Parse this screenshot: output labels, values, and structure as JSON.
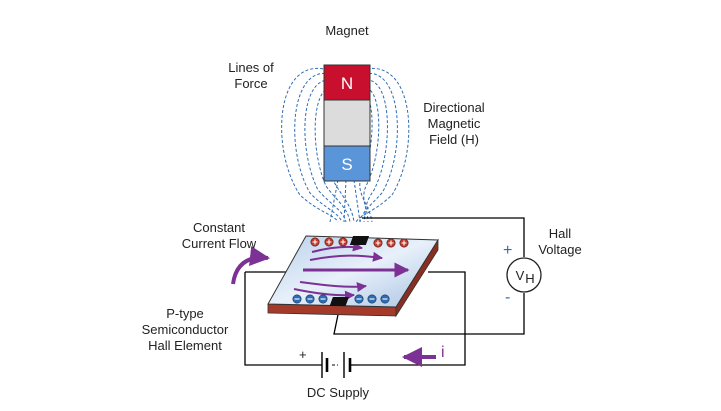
{
  "labels": {
    "magnet": "Magnet",
    "lines_of_force": [
      "Lines of",
      "Force"
    ],
    "directional_field": [
      "Directional",
      "Magnetic",
      "Field (H)"
    ],
    "constant_current": [
      "Constant",
      "Current Flow"
    ],
    "hall_voltage": [
      "Hall",
      "Voltage"
    ],
    "p_type": [
      "P-type",
      "Semiconductor",
      "Hall Element"
    ],
    "dc_supply": "DC Supply"
  },
  "magnet": {
    "north": "N",
    "south": "S"
  },
  "voltmeter": {
    "symbol": "V",
    "subscript": "H"
  },
  "hall_terminals": {
    "plus": "+",
    "minus": "-"
  },
  "battery_sign": "+",
  "current_symbol": "i",
  "colors": {
    "north_pole": "#c8102e",
    "south_pole": "#5b95d9",
    "magnet_body": "#dcdcdc",
    "field_lines": "#2e6db4",
    "current_arrows": "#7b3294",
    "plate_edge": "#a33a2a",
    "plate_top": "#cfe0f2",
    "positive_charge": "#c0392b",
    "negative_charge": "#2e6db4"
  }
}
